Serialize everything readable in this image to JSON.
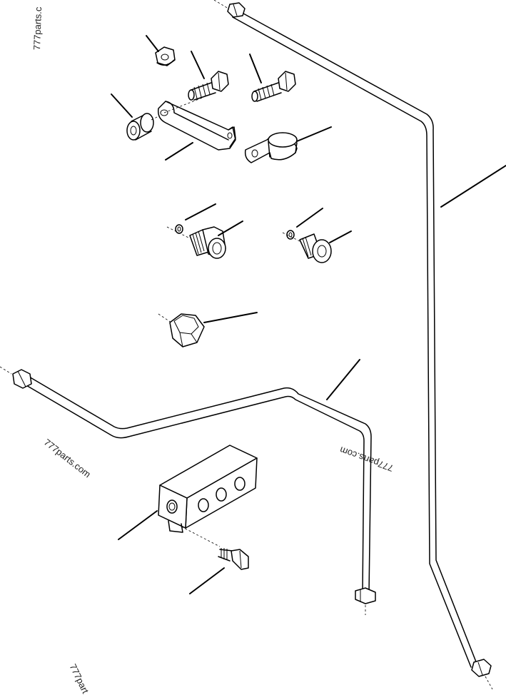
{
  "watermarks": {
    "top_left": "777parts.c",
    "middle_left": "777parts.com",
    "middle_right": "777parts.com",
    "bottom_left": "777part"
  },
  "colors": {
    "line": "#000000",
    "background": "#ffffff"
  }
}
